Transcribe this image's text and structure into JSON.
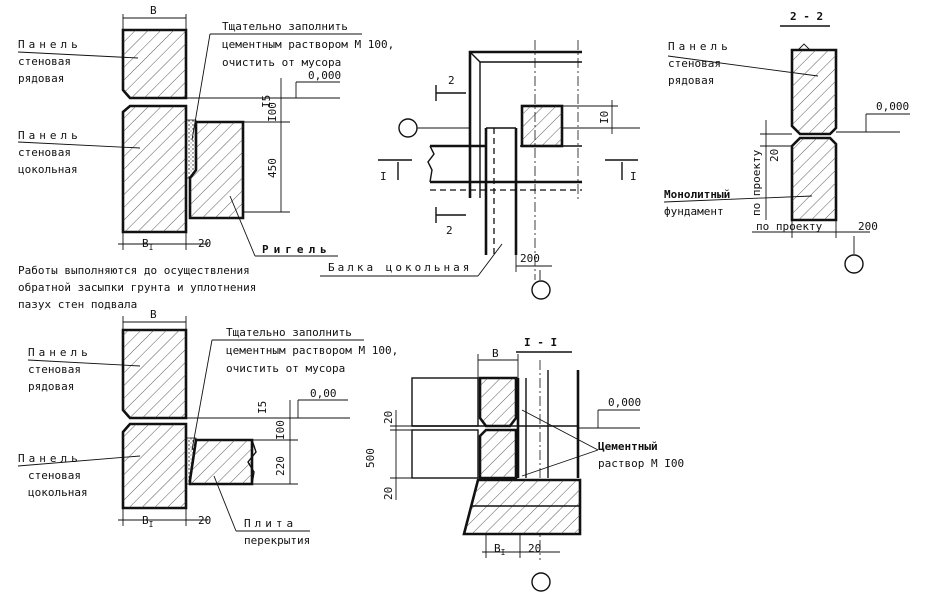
{
  "det1": {
    "panel_top": [
      "Панель",
      "стеновая",
      "рядовая"
    ],
    "panel_bottom": [
      "Панель",
      "стеновая",
      "цокольная"
    ],
    "fill_note": [
      "Тщательно заполнить",
      "цементным раствором М 100,",
      "очистить от мусора"
    ],
    "beam_label": "Ригель",
    "dim_b": "B",
    "dim_b1": "B",
    "dim_b1_sub": "I",
    "dim_20": "20",
    "dim_15": "I5",
    "dim_100": "I00",
    "dim_450": "450",
    "level": "0,000"
  },
  "note": [
    "Работы выполняются до осуществления",
    "обратной засыпки грунта и уплотнения",
    "пазух стен подвала"
  ],
  "det2": {
    "mark_2": "2",
    "mark_1": "I",
    "dim_10": "I0",
    "dim_200": "200",
    "beam_label": "Балка цокольная"
  },
  "det3": {
    "title": "2 - 2",
    "panel_top": [
      "Панель",
      "стеновая",
      "рядовая"
    ],
    "found": [
      "Монолитный",
      "фундамент"
    ],
    "dim_20": "20",
    "by_design_v": "по проекту",
    "by_design_h": "по проекту",
    "dim_200": "200",
    "level": "0,000"
  },
  "det4": {
    "panel_top": [
      "Панель",
      "стеновая",
      "рядовая"
    ],
    "panel_bottom": [
      "Панель",
      "стеновая",
      "цокольная"
    ],
    "fill_note": [
      "Тщательно заполнить",
      "цементным раствором М 100,",
      "очистить от мусора"
    ],
    "slab_label": [
      "Плита",
      "перекрытия"
    ],
    "dim_b": "B",
    "dim_b1": "B",
    "dim_b1_sub": "I",
    "dim_20": "20",
    "dim_15": "I5",
    "dim_100": "I00",
    "dim_220": "220",
    "level": "0,00"
  },
  "det5": {
    "title": "I - I",
    "dim_b": "B",
    "dim_20a": "20",
    "dim_500": "500",
    "dim_20b": "20",
    "dim_b1": "B",
    "dim_b1_sub": "I",
    "dim_20c": "20",
    "mortar": [
      "Цементный",
      "раствор М I00"
    ],
    "level": "0,000"
  }
}
